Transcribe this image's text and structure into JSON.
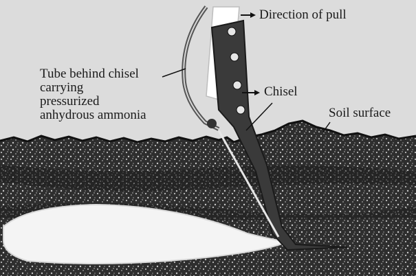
{
  "labels": {
    "direction": "Direction of pull",
    "tube": "Tube behind chisel\ncarrying\npressurized\nanhydrous ammonia",
    "chisel": "Chisel",
    "soil_surface": "Soil surface"
  },
  "colors": {
    "sky": "#dcdcdc",
    "soil_dark": "#2c2c2c",
    "soil_speckle": "#bdbdbd",
    "chisel": "#3a3a3a",
    "shank_light": "#ffffff",
    "ammonia_zone": "#f4f4f4"
  }
}
